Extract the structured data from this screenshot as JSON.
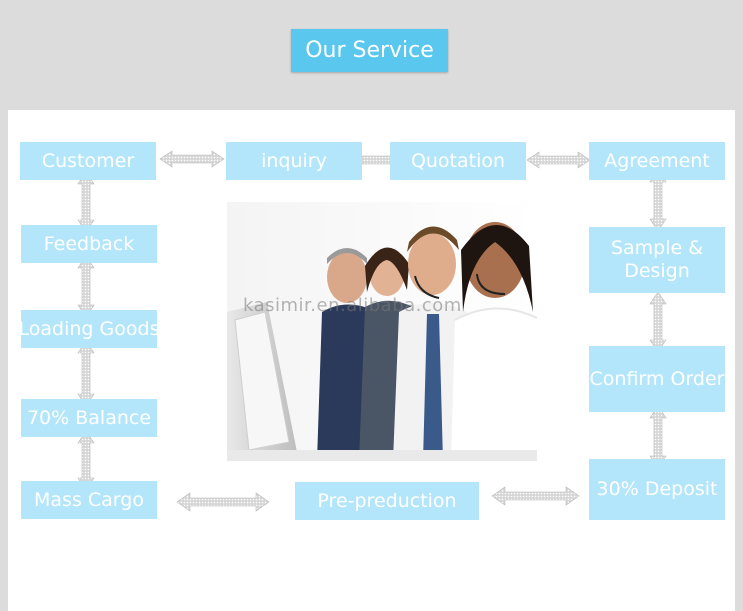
{
  "header": {
    "title": "Our Service"
  },
  "steps": {
    "customer": "Customer",
    "inquiry": "inquiry",
    "quotation": "Quotation",
    "agreement": "Agreement",
    "sample_design": "Sample & Design",
    "confirm_order": "Confirm Order",
    "deposit": "30% Deposit",
    "pre_production": "Pre-preduction",
    "mass_cargo": "Mass Cargo",
    "balance": "70% Balance",
    "loading_goods": "Loading Goods",
    "feedback": "Feedback"
  },
  "watermark": "kasimir.en.alibaba.com",
  "colors": {
    "header": "#5ac8ee",
    "box": "#b3e6fa",
    "arrow": "#c4c4c4"
  }
}
